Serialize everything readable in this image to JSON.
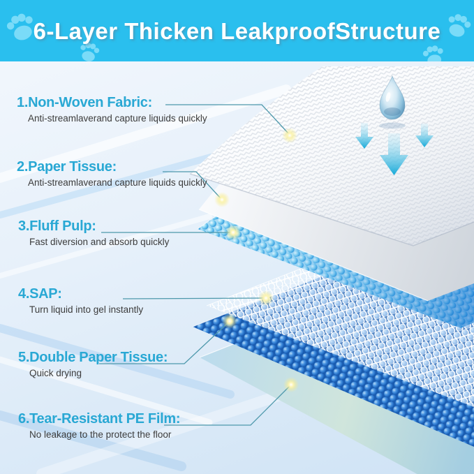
{
  "header": {
    "title": "6-Layer Thicken LeakproofStructure"
  },
  "layers": [
    {
      "heading": "1.Non-Woven Fabric:",
      "desc": "Anti-streamlaverand capture liquids quickly"
    },
    {
      "heading": "2.Paper Tissue:",
      "desc": "Anti-streamlaverand capture liquids quickly"
    },
    {
      "heading": "3.Fluff Pulp:",
      "desc": "Fast diversion and absorb quickly"
    },
    {
      "heading": "4.SAP:",
      "desc": "Turn liquid into gel instantly"
    },
    {
      "heading": "5.Double Paper Tissue:",
      "desc": "Quick drying"
    },
    {
      "heading": "6.Tear-Resistant PE Film:",
      "desc": "No leakage to the protect the floor"
    }
  ],
  "icons": [
    "paw-print-icon",
    "water-drop-icon",
    "down-arrow-icon",
    "layer-marker-dot"
  ],
  "colors": {
    "header_bg": "#2abfee",
    "header_paw": "#8ee2fb",
    "heading_text": "#29a8d4",
    "body_text": "#3c3c3c",
    "leader_line": "#4d98ab",
    "marker_glow": "#fbf4b4",
    "arrow": "#14a9d8",
    "mesh_light": "#8fd8f4",
    "mesh_dark": "#1d66be",
    "sap_ring": "#ffffff",
    "film": "#cfe5d9"
  }
}
